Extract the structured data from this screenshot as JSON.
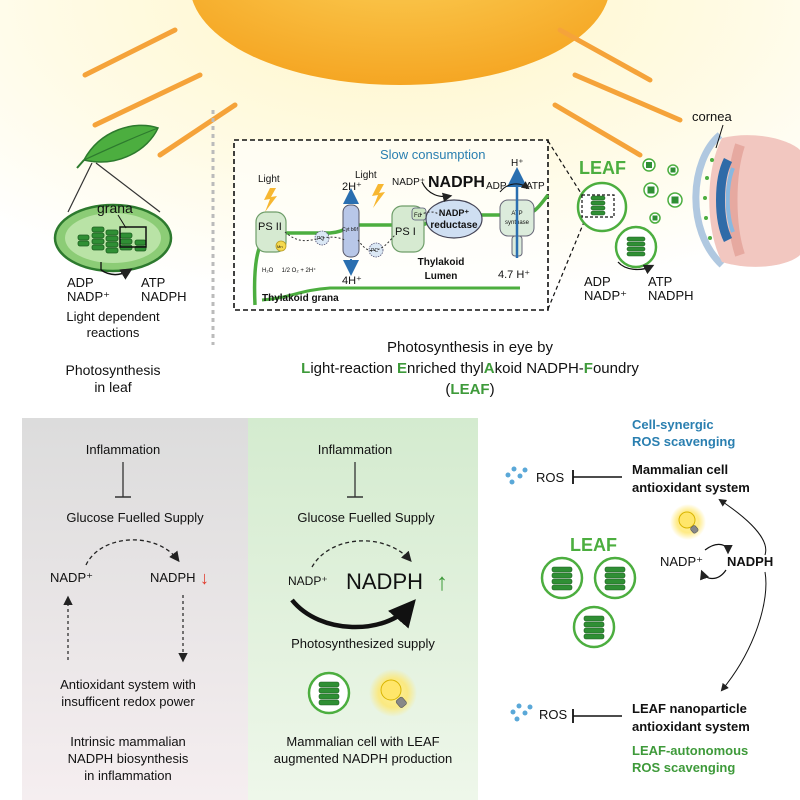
{
  "colors": {
    "green": "#3e9a3a",
    "dark_green": "#2d7a2e",
    "blue_text": "#2a7fb0",
    "red_arrow": "#e0392b",
    "sun": "#f7b731",
    "ray": "#f5a33a"
  },
  "top": {
    "leaf": {
      "grana_label": "grana",
      "adp": "ADP",
      "nadp": "NADP⁺",
      "atp": "ATP",
      "nadph": "NADPH",
      "caption_line1": "Light dependent",
      "caption_line2": "reactions",
      "title_line1": "Photosynthesis",
      "title_line2": "in leaf"
    },
    "thylakoid": {
      "slow_consumption": "Slow consumption",
      "light1": "Light",
      "light2": "Light",
      "h2_plus": "2H⁺",
      "nadp_plus": "NADP⁺",
      "nadph": "NADPH",
      "h_plus": "H⁺",
      "adp": "ADP",
      "atp": "ATP",
      "ps2": "PS II",
      "ps1": "PS I",
      "pq": "PQ",
      "cytbf": "Cyt b6f",
      "pc": "PC",
      "fd": "Fd",
      "mn": "Mn",
      "nadp_reductase_1": "NADP⁺",
      "nadp_reductase_2": "reductase",
      "atp_synthase_1": "ATP",
      "atp_synthase_2": "synthase",
      "water": "H₂O     1/2 O₂ + 2H⁺",
      "h4": "4H⁺",
      "h47": "4.7 H⁺",
      "lumen1": "Thylakoid",
      "lumen2": "Lumen",
      "grana": "Thylakoid grana"
    },
    "eye": {
      "leaf_label": "LEAF",
      "cornea": "cornea",
      "adp": "ADP",
      "nadp": "NADP⁺",
      "atp": "ATP",
      "nadph": "NADPH"
    },
    "main_title": {
      "line1": "Photosynthesis in eye by",
      "line2_parts": [
        "L",
        "ight-reaction ",
        "E",
        "nriched thyl",
        "A",
        "koid NADPH-",
        "F",
        "oundry"
      ],
      "line3_open": "(",
      "line3_leaf": "LEAF",
      "line3_close": ")"
    }
  },
  "panel_left": {
    "inflammation": "Inflammation",
    "glucose": "Glucose Fuelled Supply",
    "nadp": "NADP⁺",
    "nadph": "NADPH",
    "down_arrow": "↓",
    "antioxidant_line1": "Antioxidant system with",
    "antioxidant_line2": "insufficent redox power",
    "caption_line1": "Intrinsic mammalian",
    "caption_line2": "NADPH biosynthesis",
    "caption_line3": "in inflammation"
  },
  "panel_mid": {
    "inflammation": "Inflammation",
    "glucose": "Glucose Fuelled Supply",
    "nadp": "NADP⁺",
    "nadph": "NADPH",
    "up_arrow": "↑",
    "photosynthesized": "Photosynthesized supply",
    "caption_line1": "Mammalian cell with LEAF",
    "caption_line2": "augmented NADPH production"
  },
  "panel_right": {
    "cell_synergic_1": "Cell-synergic",
    "cell_synergic_2": "ROS scavenging",
    "ros_top": "ROS",
    "mammalian_1": "Mammalian cell",
    "mammalian_2": "antioxidant system",
    "leaf_label": "LEAF",
    "nadp": "NADP⁺",
    "nadph": "NADPH",
    "ros_bottom": "ROS",
    "leaf_nano_1": "LEAF nanoparticle",
    "leaf_nano_2": "antioxidant system",
    "autonomous_1": "LEAF-autonomous",
    "autonomous_2": "ROS scavenging"
  }
}
